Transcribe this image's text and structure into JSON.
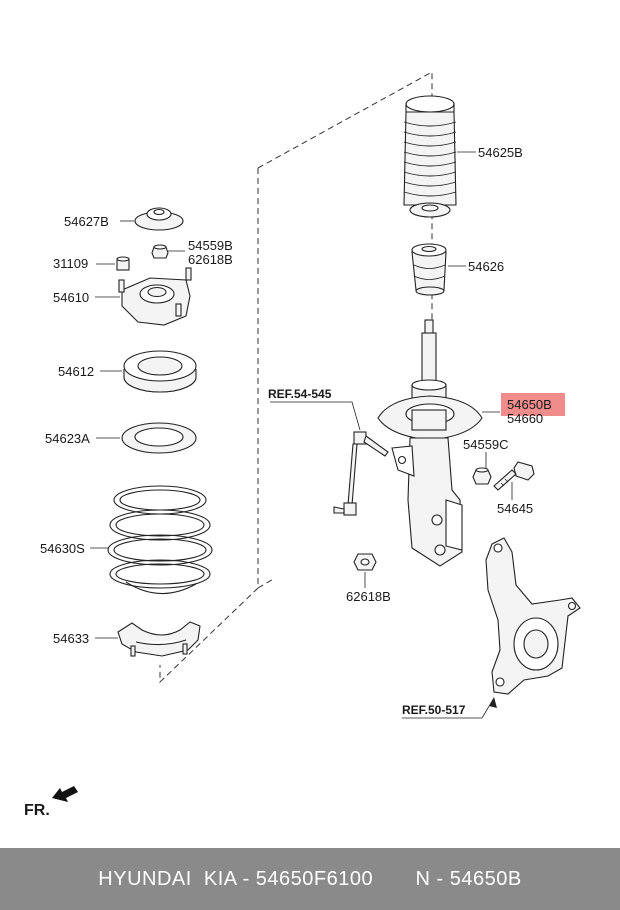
{
  "labels": {
    "p54627B": "54627B",
    "p54559B": "54559B",
    "p62618B_top": "62618B",
    "p31109": "31109",
    "p54610": "54610",
    "p54612": "54612",
    "p54623A": "54623A",
    "p54630S": "54630S",
    "p54633": "54633",
    "p54625B": "54625B",
    "p54626": "54626",
    "ref54545": "REF.54-545",
    "p54650B": "54650B",
    "p54660": "54660",
    "p54559C": "54559C",
    "p54645": "54645",
    "p62618B_bottom": "62618B",
    "ref50517": "REF.50-517",
    "fr": "FR."
  },
  "colors": {
    "highlight": "#f08080",
    "footer_bg": "#8a8a8a"
  },
  "footer": {
    "brand": "HYUNDAI  KIA - 54650F6100",
    "part": "N - 54650B"
  }
}
